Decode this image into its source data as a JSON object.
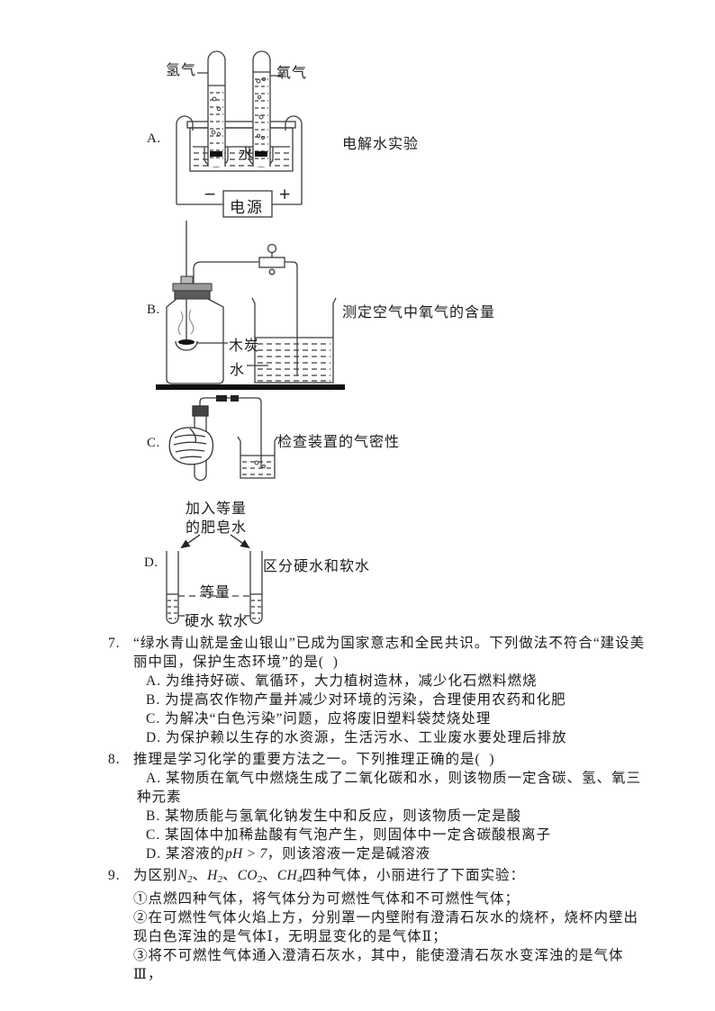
{
  "colors": {
    "ink": "#1c1c1c",
    "line_art": "#3c3c3c",
    "paper": "#ffffff"
  },
  "figures": {
    "a": {
      "letter": "A.",
      "caption": "电解水实验",
      "labels": {
        "hydrogen": "氢气",
        "oxygen": "氧气",
        "water": "水",
        "power": "电源",
        "minus": "−",
        "plus": "+"
      }
    },
    "b": {
      "letter": "B.",
      "caption": "测定空气中氧气的含量",
      "labels": {
        "charcoal": "木炭",
        "water": "水"
      }
    },
    "c": {
      "letter": "C.",
      "caption": "检查装置的气密性"
    },
    "d": {
      "letter": "D.",
      "caption": "区分硬水和软水",
      "labels": {
        "soap_line1": "加入等量",
        "soap_line2": "的肥皂水",
        "equal": "等量",
        "hard_water": "硬水",
        "soft_water": "软水"
      }
    }
  },
  "questions": [
    {
      "number": "7.",
      "stem": [
        {
          "t": "“绿水青山就是金山银山”已成为国家意志和全民共识。下列做法不符合“建设美丽中国，保护生态环境”的是(  )"
        }
      ],
      "options": [
        [
          {
            "t": "A. 为维持好碳、氧循环，大力植树造林，减少化石燃料燃烧"
          }
        ],
        [
          {
            "t": "B. 为提高农作物产量并减少对环境的污染，合理使用农药和化肥"
          }
        ],
        [
          {
            "t": "C. 为解决“白色污染”问题，应将废旧塑料袋焚烧处理"
          }
        ],
        [
          {
            "t": "D. 为保护赖以生存的水资源，生活污水、工业废水要处理后排放"
          }
        ]
      ]
    },
    {
      "number": "8.",
      "stem": [
        {
          "t": "推理是学习化学的重要方法之一。下列推理正确的是(  )"
        }
      ],
      "options": [
        [
          {
            "t": "A. 某物质在氧气中燃烧生成了二氧化碳和水，则该物质一定含碳、氢、氧三种元素"
          }
        ],
        [
          {
            "t": "B. 某物质能与氢氧化钠发生中和反应，则该物质一定是酸"
          }
        ],
        [
          {
            "t": "C. 某固体中加稀盐酸有气泡产生，则固体中一定含碳酸根离子"
          }
        ],
        [
          {
            "t": "D. 某溶液的"
          },
          {
            "t": "pH",
            "s": "math"
          },
          {
            "t": " > 7",
            "s": "math"
          },
          {
            "t": "，则该溶液一定是碱溶液"
          }
        ]
      ]
    },
    {
      "number": "9.",
      "stem": [
        {
          "t": "为区别"
        },
        {
          "t": "N",
          "s": "math"
        },
        {
          "t": "2",
          "s": "mathsub"
        },
        {
          "t": "、"
        },
        {
          "t": "H",
          "s": "math"
        },
        {
          "t": "2",
          "s": "mathsub"
        },
        {
          "t": "、"
        },
        {
          "t": "CO",
          "s": "math"
        },
        {
          "t": "2",
          "s": "mathsub"
        },
        {
          "t": "、"
        },
        {
          "t": "CH",
          "s": "math"
        },
        {
          "t": "4",
          "s": "mathsub"
        },
        {
          "t": "四种气体，小丽进行了下面实验："
        }
      ],
      "steps": [
        [
          {
            "t": "①点燃四种气体，将气体分为可燃性气体和不可燃性气体；"
          }
        ],
        [
          {
            "t": "②在可燃性气体火焰上方，分别罩一内壁附有澄清石灰水的烧杯，烧杯内壁出现白色浑浊的是气体Ⅰ，无明显变化的是气体Ⅱ；"
          }
        ],
        [
          {
            "t": "③将不可燃性气体通入澄清石灰水，其中，能使澄清石灰水变浑浊的是气体Ⅲ，"
          }
        ]
      ]
    }
  ]
}
